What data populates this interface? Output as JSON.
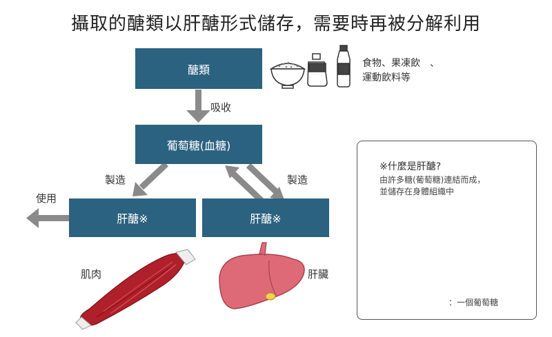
{
  "title": "攝取的醣類以肝醣形式儲存，需要時再被分解利用",
  "boxes": {
    "carbs": "醣類",
    "glucose": "葡萄糖(血糖)",
    "muscle_glycogen": "肝醣※",
    "liver_glycogen": "肝醣※"
  },
  "food_text": {
    "line1": "食物、果凍飲　、",
    "line2": "運動飲料等"
  },
  "labels": {
    "absorb": "吸收",
    "make_left": "製造",
    "make_right": "製造",
    "use": "使用",
    "muscle": "肌肉",
    "liver": "肝臟"
  },
  "panel": {
    "title": "※什麼是肝醣?",
    "desc_line1": "由許多糖(葡萄糖)連結而成，",
    "desc_line2": "並儲存在身體組織中",
    "legend": "：一個葡萄糖"
  },
  "colors": {
    "box": "#2b6280",
    "arrow": "#8a8a8a",
    "glucose_bead": "#d0407a",
    "muscle": "#b0202a",
    "liver": "#de6a78"
  }
}
